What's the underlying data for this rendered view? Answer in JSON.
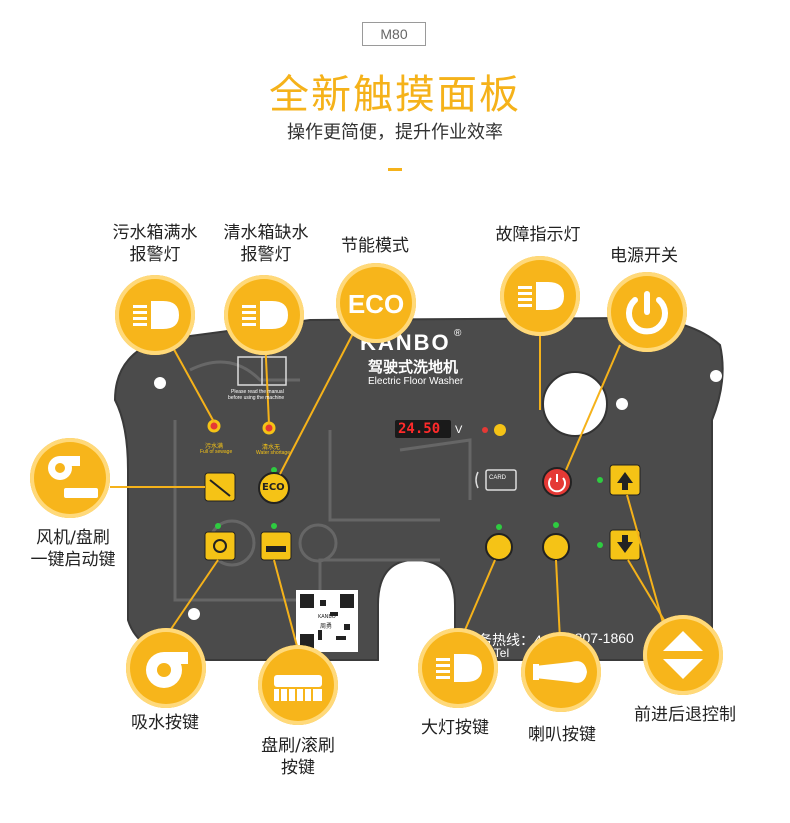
{
  "header": {
    "model": "M80",
    "title": "全新触摸面板",
    "subtitle": "操作更简便，提升作业效率"
  },
  "callouts": {
    "sewage_full": [
      "污水箱满水",
      "报警灯"
    ],
    "clean_water_low": [
      "清水箱缺水",
      "报警灯"
    ],
    "eco_mode": [
      "节能模式"
    ],
    "fault_light": [
      "故障指示灯"
    ],
    "power_switch": [
      "电源开关"
    ],
    "fan_brush_one_key": [
      "风机/盘刷",
      "一键启动键"
    ],
    "suction_key": [
      "吸水按键"
    ],
    "brush_key": [
      "盘刷/滚刷",
      "按键"
    ],
    "headlight_key": [
      "大灯按键"
    ],
    "horn_key": [
      "喇叭按键"
    ],
    "forward_reverse": [
      "前进后退控制"
    ]
  },
  "panel": {
    "brand": "KANBO",
    "registered": "®",
    "name_cn": "驾驶式洗地机",
    "name_en": "Electric Floor Washer",
    "manual_note_1": "Please read the manual",
    "manual_note_2": "before using the machine",
    "sewage_cn": "污水满",
    "sewage_en": "Full of sewage",
    "water_cn": "清水无",
    "water_en": "Water shortage",
    "voltage": "24.50",
    "voltage_unit": "V",
    "eco_label": "ECO",
    "card_label": "CARD",
    "hotline_left": "务热线：40",
    "hotline_right": "-807-1860",
    "tel_left": "ce Tel",
    "qr_brand": "KANBO",
    "qr_cn": "周勇"
  },
  "colors": {
    "accent": "#f5b21a",
    "panel": "#4a4a4a",
    "key": "#f5c316",
    "led_green": "#2ecc40",
    "led_red": "#e53935",
    "display_red": "#ff2a2a"
  }
}
